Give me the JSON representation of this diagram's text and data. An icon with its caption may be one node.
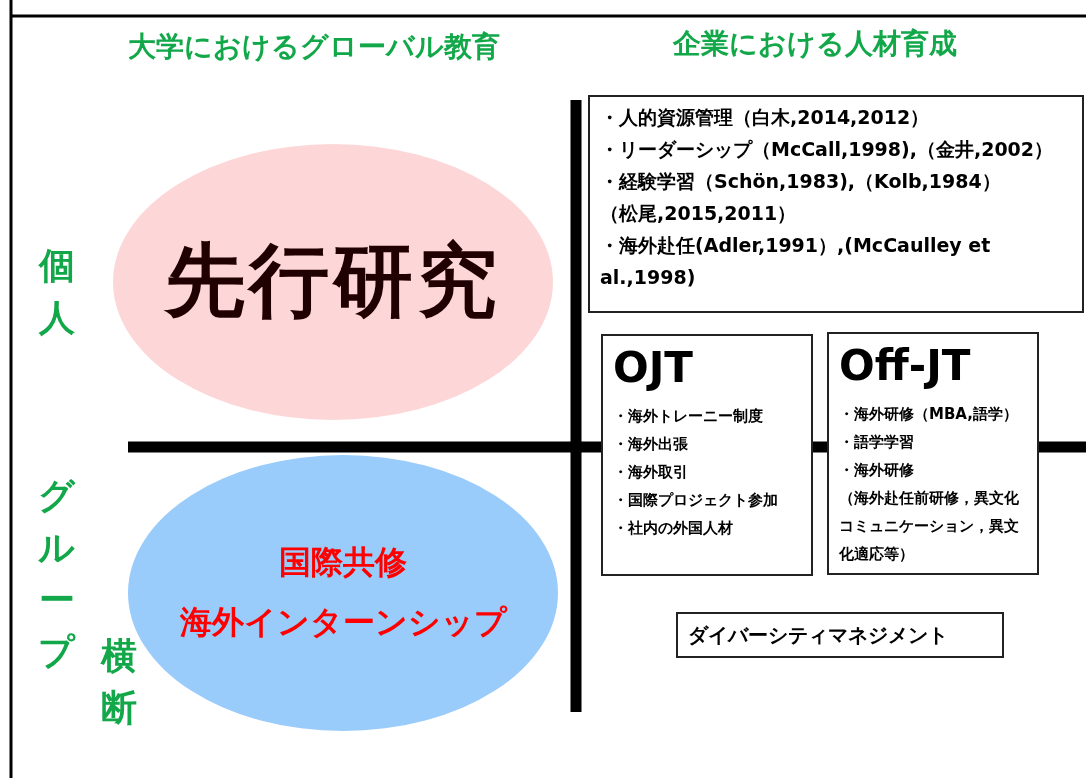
{
  "diagram": {
    "nodes": [
      {
        "text": [
          "先行研究"
        ]
      },
      {
        "text": [
          "国際共修",
          "海外インターンシップ"
        ]
      },
      {
        "text": [
          "・人的資源管理（白木,2014,2012）",
          "・リーダーシップ（McCall,1998),（金井,2002）",
          "・経験学習（Schön,1983),（Kolb,1984）",
          "（松尾,2015,2011）",
          "・海外赴任(Adler,1991）,(McCaulley et al.,1998)"
        ]
      },
      {
        "text": [
          "OJT",
          "・海外トレーニー制度",
          "・海外出張",
          "・海外取引",
          "・国際プロジェクト参加",
          "・社内の外国人材"
        ]
      },
      {
        "text": [
          "Off-JT",
          "・海外研修（MBA,語学）",
          "・語学学習",
          "・海外研修",
          "（海外赴任前研修，異文化コミュニケーション，異文化適応等）"
        ]
      },
      {
        "text": [
          "ダイバーシティマネジメント"
        ]
      }
    ],
    "labels": [
      "大学におけるグローバル教育",
      "企業における人材育成",
      "個人",
      "グループ",
      "横断"
    ]
  }
}
